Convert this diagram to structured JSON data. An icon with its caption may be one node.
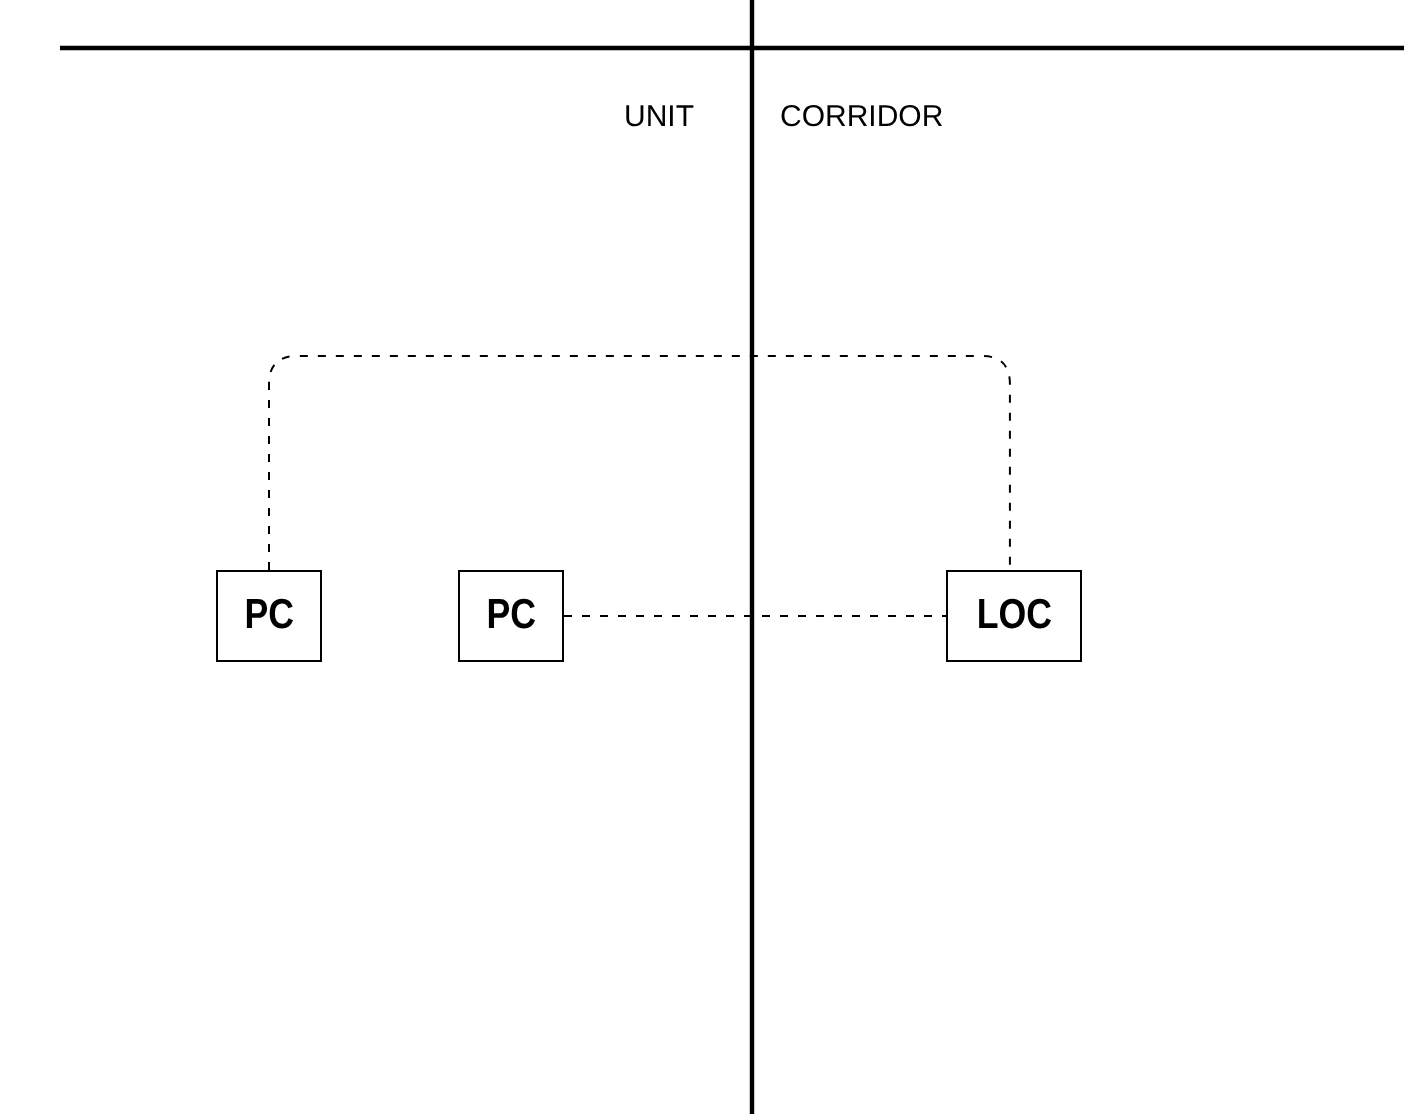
{
  "diagram": {
    "nodes": [
      {
        "text": [
          "PC"
        ]
      },
      {
        "text": [
          "PC"
        ]
      },
      {
        "text": [
          "LOC"
        ]
      }
    ],
    "edges": [
      {
        "from": 0,
        "to": 2,
        "arrow": "none",
        "style": "dashed"
      },
      {
        "from": 1,
        "to": 2,
        "arrow": "none",
        "style": "dashed"
      }
    ],
    "labels": [
      "UNIT",
      "CORRIDOR"
    ]
  }
}
